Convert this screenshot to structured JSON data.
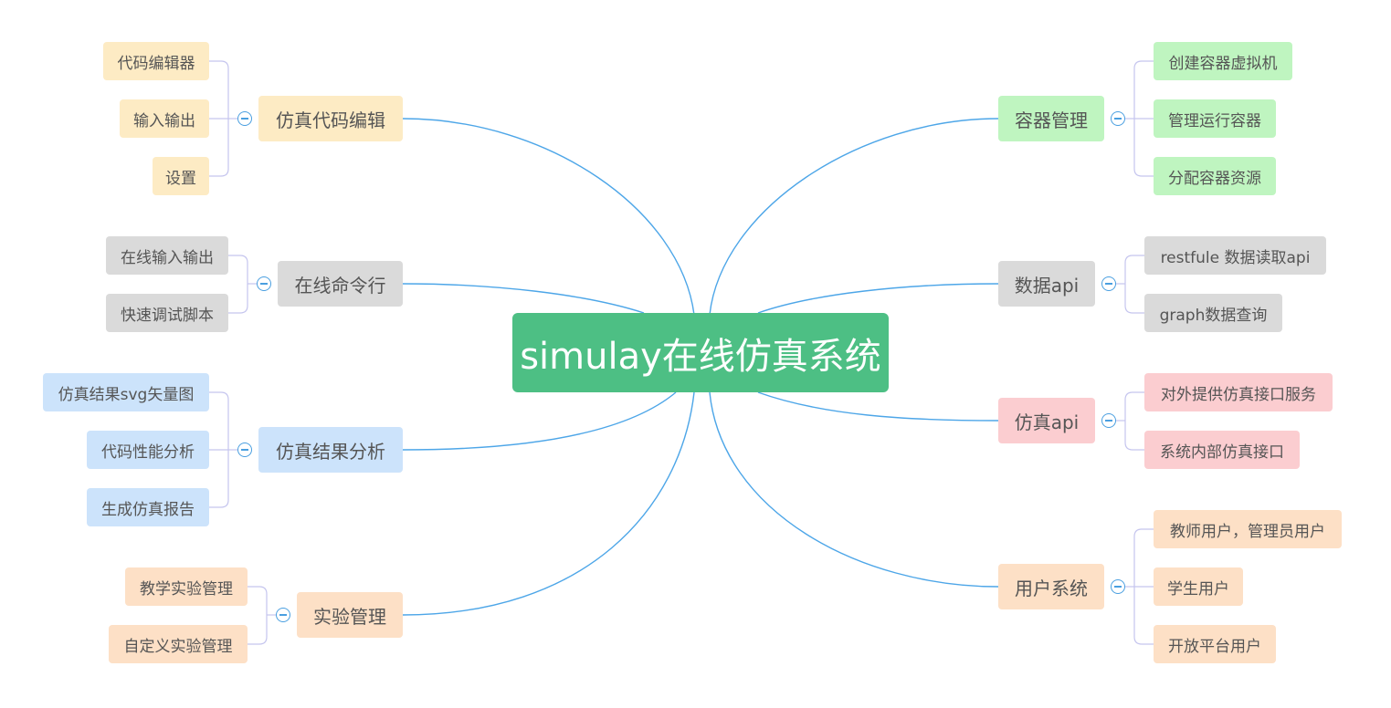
{
  "root": {
    "label": "simulay在线仿真系统"
  },
  "branches": {
    "code_edit": {
      "label": "仿真代码编辑",
      "children": [
        "代码编辑器",
        "输入输出",
        "设置"
      ]
    },
    "cli": {
      "label": "在线命令行",
      "children": [
        "在线输入输出",
        "快速调试脚本"
      ]
    },
    "analysis": {
      "label": "仿真结果分析",
      "children": [
        "仿真结果svg矢量图",
        "代码性能分析",
        "生成仿真报告"
      ]
    },
    "experiment": {
      "label": "实验管理",
      "children": [
        "教学实验管理",
        "自定义实验管理"
      ]
    },
    "container": {
      "label": "容器管理",
      "children": [
        "创建容器虚拟机",
        "管理运行容器",
        "分配容器资源"
      ]
    },
    "data_api": {
      "label": "数据api",
      "children": [
        "restfule 数据读取api",
        "graph数据查询"
      ]
    },
    "sim_api": {
      "label": "仿真api",
      "children": [
        "对外提供仿真接口服务",
        "系统内部仿真接口"
      ]
    },
    "users": {
      "label": "用户系统",
      "children": [
        "教师用户，管理员用户",
        "学生用户",
        "开放平台用户"
      ]
    }
  },
  "colors": {
    "root": "#4dbf84",
    "link": "#4da6e8",
    "sublink": "#c5c5ee",
    "yellow": "#fdebc4",
    "gray": "#dadada",
    "blue": "#cce3fb",
    "peach": "#fde0c6",
    "green": "#bff5c0",
    "pink": "#fbcdd0"
  }
}
